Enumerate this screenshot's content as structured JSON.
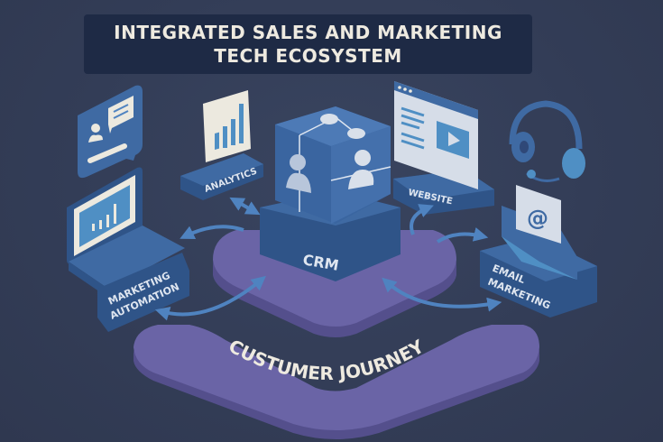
{
  "title": {
    "line1": "INTEGRATED SALES AND MARKETING",
    "line2": "TECH ECOSYSTEM"
  },
  "nodes": {
    "crm": {
      "label": "CRM",
      "icon": "network-users-cube-icon"
    },
    "analytics": {
      "label": "ANALYTICS",
      "icon": "bar-chart-icon"
    },
    "website": {
      "label": "WEBSITE",
      "icon": "browser-video-icon"
    },
    "email_marketing": {
      "line1": "EMAIL",
      "line2": "MARKETING",
      "icon": "envelope-at-icon"
    },
    "marketing_automation": {
      "line1": "MARKETING",
      "line2": "AUTOMATION",
      "icon": "laptop-chart-icon"
    },
    "customer_support": {
      "icon": "headset-icon"
    },
    "chat": {
      "icon": "user-chat-bubble-icon"
    }
  },
  "foundation": {
    "label": "CUSTUMER JOURNEY"
  },
  "colors": {
    "background": "#333d57",
    "title_bg": "#1e2a45",
    "block_blue": "#3f6aa3",
    "block_blue_dark": "#2f5488",
    "platform_purple": "#6a64a6",
    "platform_purple_dark": "#544f8c",
    "screen_cream": "#ece9df",
    "text_light": "#eeeae0"
  }
}
